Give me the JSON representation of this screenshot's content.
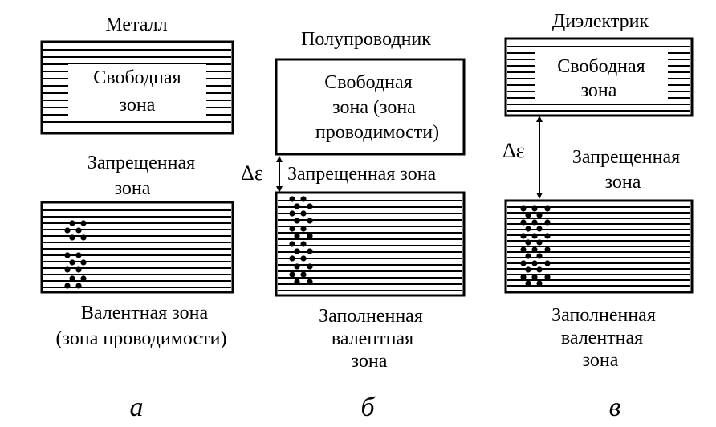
{
  "metal": {
    "title": "Металл",
    "free_zone": [
      "Свободная",
      "зона"
    ],
    "forbidden_zone": [
      "Запрещенная",
      "зона"
    ],
    "valence_zone": [
      "Валентная зона",
      "(зона проводимости)"
    ],
    "letter": "а"
  },
  "semiconductor": {
    "title": "Полупроводник",
    "free_zone": [
      "Свободная",
      "зона (зона",
      "проводимости)"
    ],
    "delta": "Δε",
    "forbidden_zone": "Запрещенная зона",
    "valence_zone": [
      "Заполненная",
      "валентная",
      "зона"
    ],
    "letter": "б"
  },
  "dielectric": {
    "title": "Диэлектрик",
    "free_zone": [
      "Свободная",
      "зона"
    ],
    "delta": "Δε",
    "forbidden_zone": [
      "Запрещенная",
      "зона"
    ],
    "valence_zone": [
      "Заполненная",
      "валентная",
      "зона"
    ],
    "letter": "в"
  }
}
